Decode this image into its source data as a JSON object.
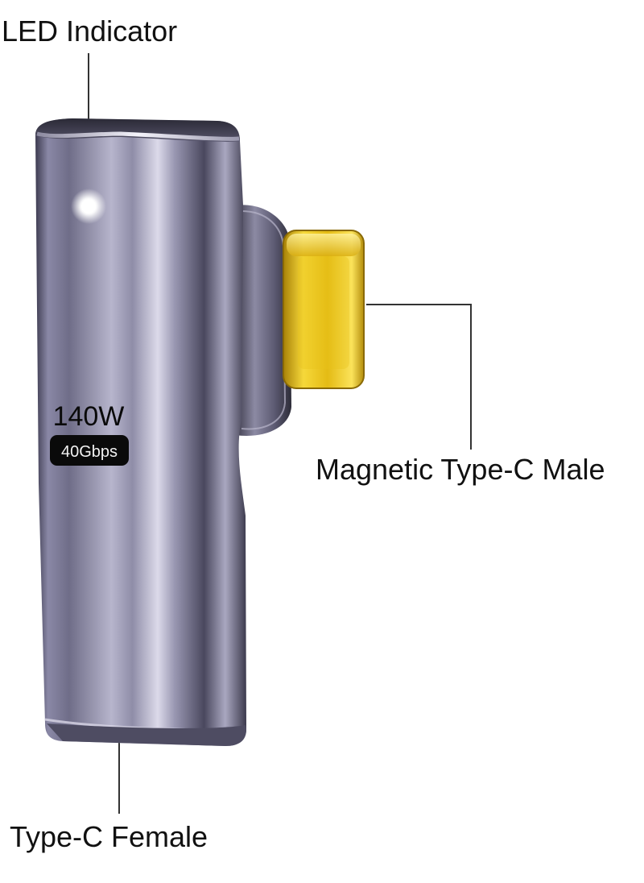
{
  "labels": {
    "led_indicator": "LED Indicator",
    "male_connector": "Magnetic Type-C Male",
    "female_connector": "Type-C Female"
  },
  "badge": {
    "power": "140W",
    "speed": "40Gbps"
  },
  "colors": {
    "body_metal": "#7c7a94",
    "body_highlight": "#cfcde0",
    "connector_gold": "#e8c21a",
    "led_glow": "#ffffff",
    "leader_line": "#333333",
    "badge_bg": "#0a0a0a"
  },
  "icons": {
    "led": "led-light-icon",
    "adapter": "usb-c-adapter-icon"
  }
}
